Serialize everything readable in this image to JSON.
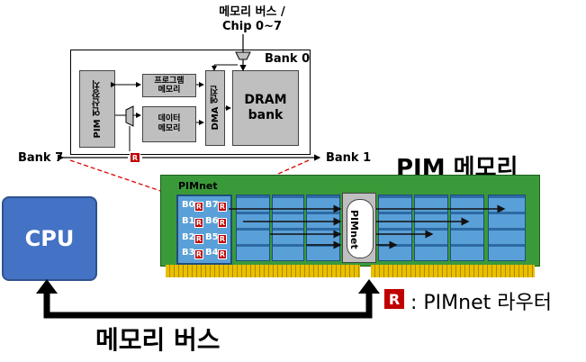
{
  "top_bus_label": "메모리 버스 /\nChip 0~7",
  "bank_labels": {
    "bank0": "Bank 0",
    "bank1": "Bank 1",
    "bank7": "Bank 7"
  },
  "bank_detail": {
    "pim_unit": "PIM 연산장치",
    "program_memory": "프로그램\n메모리",
    "data_memory": "데이터\n메모리",
    "dma_engine": "DMA 엔진",
    "dram_bank": "DRAM\nbank",
    "router_letter": "R"
  },
  "module": {
    "title": "PIM 메모리",
    "pimnet_label": "PIMnet",
    "bank_ids_left": [
      "B0",
      "B1",
      "B2",
      "B3"
    ],
    "bank_ids_right": [
      "B7",
      "B6",
      "B5",
      "B4"
    ],
    "center_switch_label": "PIMnet",
    "router_letter": "R"
  },
  "cpu": {
    "label": "CPU"
  },
  "bus_label": "메모리 버스",
  "legend": {
    "letter": "R",
    "text": ": PIMnet 라우터"
  },
  "colors": {
    "pcb_green": "#3a9a3a",
    "chip_blue": "#5aa0d8",
    "gold": "#e8c000",
    "cpu_blue": "#4472c4",
    "router_red": "#c00000",
    "block_gray": "#bfbfbf"
  }
}
